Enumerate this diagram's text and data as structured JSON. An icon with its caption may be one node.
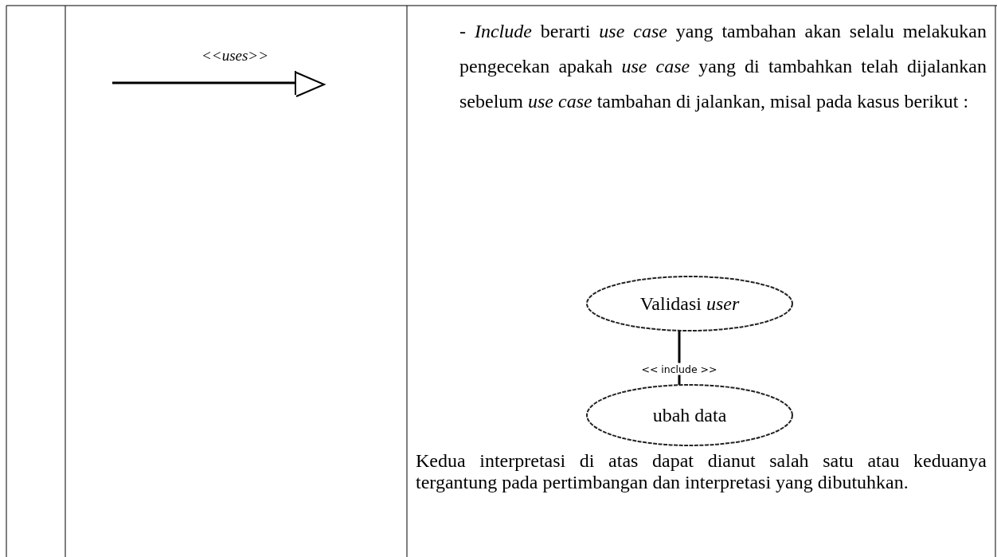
{
  "diagram": {
    "nodes": [
      {
        "text": [
          "Validasi *user*"
        ]
      },
      {
        "text": [
          "ubah data"
        ]
      }
    ],
    "edges": [
      {
        "from": 1,
        "to": 0,
        "arrow": "none",
        "label": "<< include >>"
      }
    ],
    "labels": [
      "<<uses>>",
      "- *Include* berarti *use case* yang tambahan akan selalu melakukan pengecekan apakah *use case* yang di tambahkan telah dijalankan sebelum *use case* tambahan di jalankan, misal pada kasus berikut :",
      "Kedua interpretasi di atas dapat dianut salah satu atau keduanya tergantung pada pertimbangan dan interpretasi yang dibutuhkan."
    ]
  }
}
